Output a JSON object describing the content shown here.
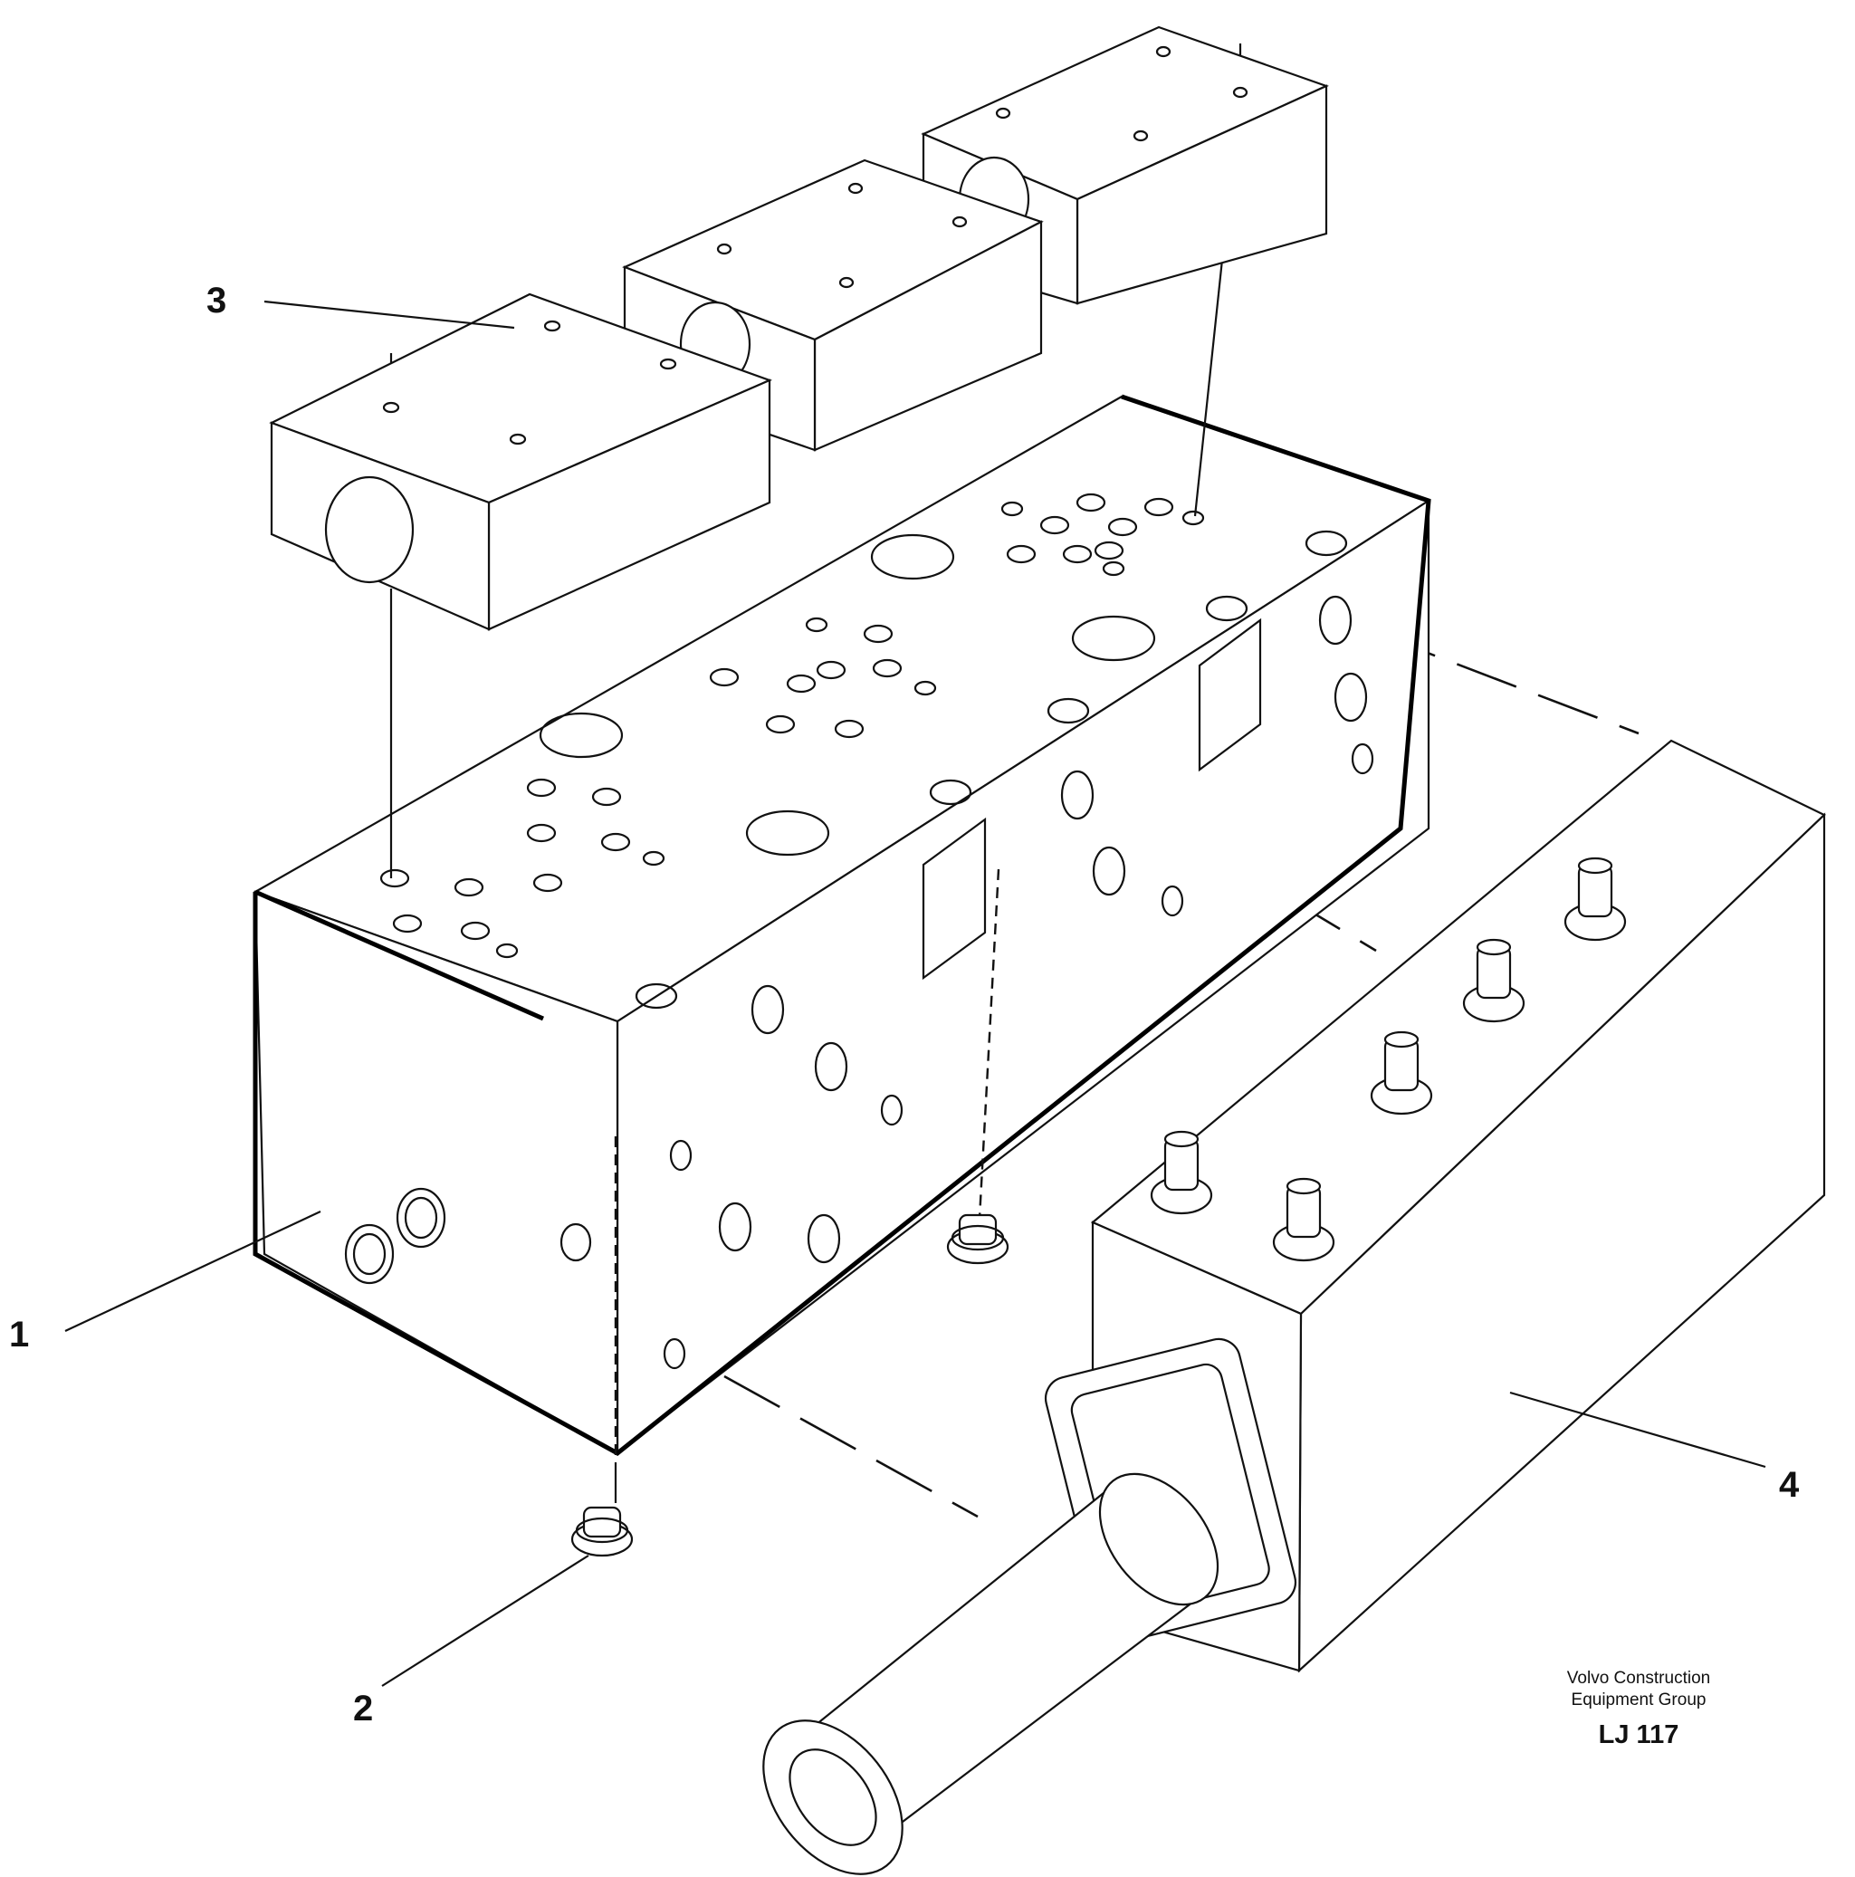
{
  "callouts": [
    {
      "number": "1"
    },
    {
      "number": "2"
    },
    {
      "number": "3"
    },
    {
      "number": "4"
    }
  ],
  "footer": {
    "company_line1": "Volvo Construction",
    "company_line2": "Equipment Group",
    "drawing_code": "LJ 117"
  }
}
